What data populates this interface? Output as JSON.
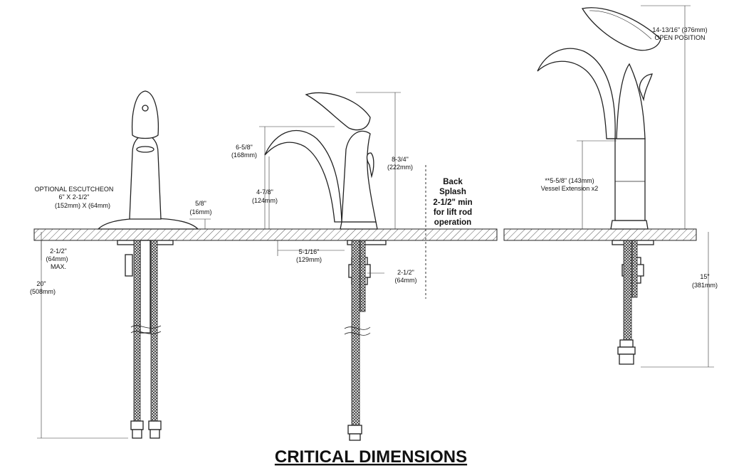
{
  "title": "CRITICAL DIMENSIONS",
  "views": {
    "front": {
      "escutcheon_title": "OPTIONAL ESCUTCHEON",
      "escutcheon_size": "6\" X 2-1/2\"",
      "escutcheon_metric": "(152mm) X (64mm)",
      "escutcheon_height": "5/8\"",
      "escutcheon_height_metric": "(16mm)",
      "deck_thickness": "2-1/2\"",
      "deck_thickness_metric": "(64mm)",
      "deck_thickness_note": "MAX.",
      "supply_length": "20\"",
      "supply_length_metric": "(508mm)"
    },
    "side": {
      "spout_height": "6-5/8\"",
      "spout_height_metric": "(168mm)",
      "aerator_height": "4-7/8\"",
      "aerator_height_metric": "(124mm)",
      "overall_height": "8-3/4\"",
      "overall_height_metric": "(222mm)",
      "reach": "5-1/16\"",
      "reach_metric": "(129mm)",
      "shank": "2-1/2\"",
      "shank_metric": "(64mm)",
      "backsplash_lines": [
        "Back",
        "Splash",
        "2-1/2\" min",
        "for lift rod",
        "operation"
      ]
    },
    "vessel": {
      "open_height": "14-13/16\" (376mm)",
      "open_position": "OPEN POSITION",
      "extension": "**5-5/8\" (143mm)",
      "extension_note": "Vessel Extension x2",
      "supply_length": "15\"",
      "supply_length_metric": "(381mm)"
    }
  }
}
